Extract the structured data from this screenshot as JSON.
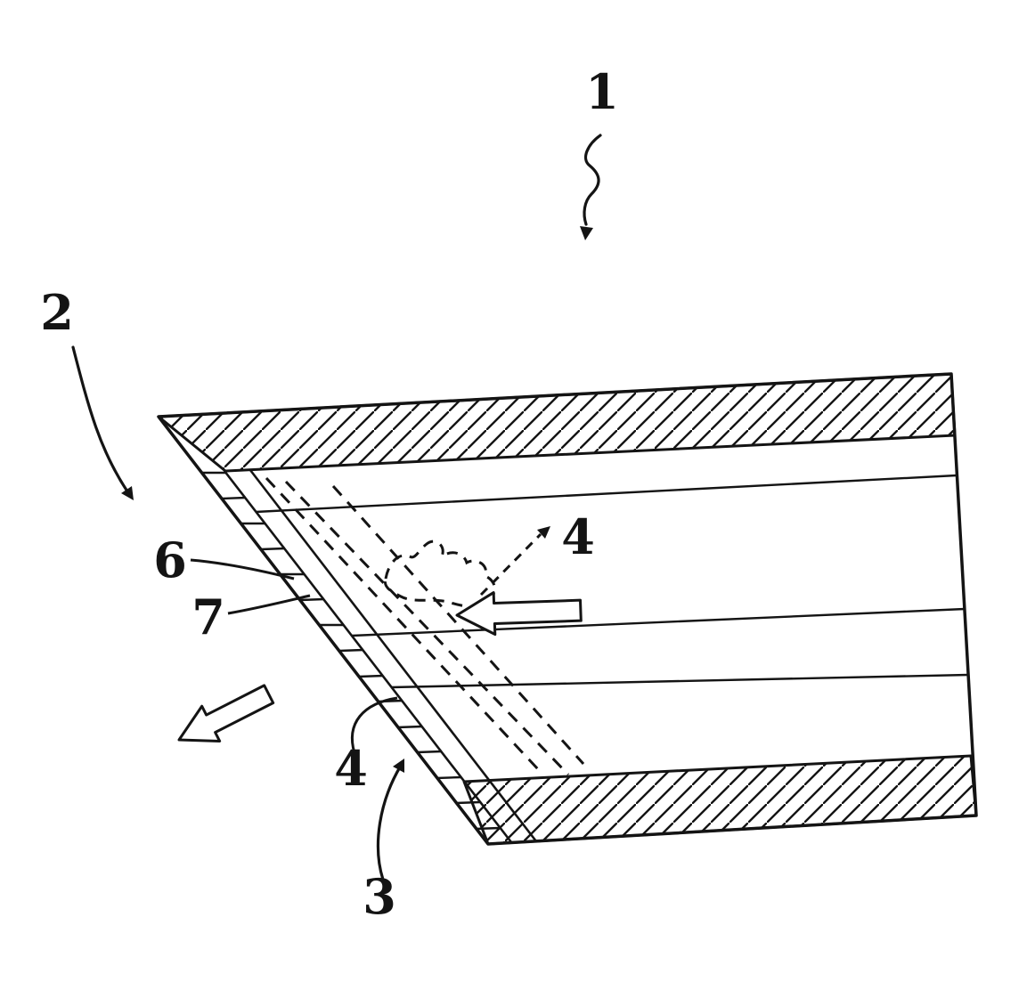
{
  "colors": {
    "ink": "#141414",
    "paper": "#ffffff"
  },
  "labels": {
    "ref_1": "1",
    "ref_2": "2",
    "ref_3": "3",
    "ref_4_upper": "4",
    "ref_4_lower": "4",
    "ref_6": "6",
    "ref_7": "7"
  }
}
